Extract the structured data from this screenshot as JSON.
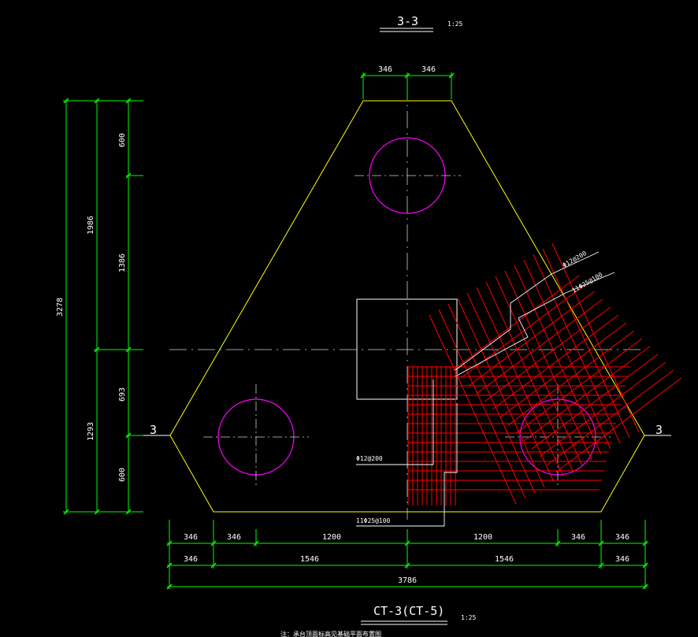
{
  "drawing": {
    "section_title": "3-3",
    "section_scale": "1:25",
    "plan_title": "CT-3(CT-5)",
    "plan_scale": "1:25",
    "bottom_note": "注：承台顶面标高见基础平面布置图"
  },
  "dimensions": {
    "top": [
      "346",
      "346"
    ],
    "left_outer": "3278",
    "left_mid": [
      "1986",
      "1293"
    ],
    "left_inner": [
      "600",
      "1386",
      "693",
      "600"
    ],
    "bottom_row1": [
      "346",
      "346",
      "1200",
      "1200",
      "346",
      "346"
    ],
    "bottom_row2": [
      "346",
      "1546",
      "1546",
      "346"
    ],
    "bottom_total": "3786"
  },
  "section_markers": [
    "3",
    "3"
  ],
  "rebar_labels": {
    "upper_1": "Φ12@200",
    "upper_2": "11Φ25@100",
    "lower_1": "Φ12@200",
    "lower_2": "11Φ25@100"
  },
  "colors": {
    "background": "#000000",
    "outline": "#ffff00",
    "pile": "#ff00ff",
    "rebar": "#ff0000",
    "dimension": "#00ff00",
    "text": "#ffffff"
  }
}
